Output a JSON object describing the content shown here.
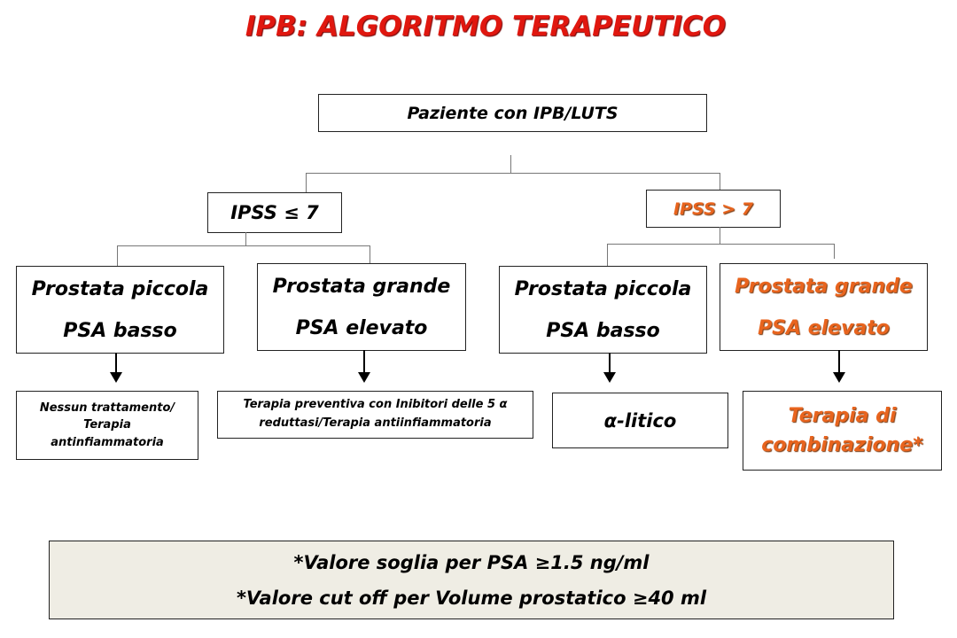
{
  "title": "IPB: ALGORITMO TERAPEUTICO",
  "colors": {
    "title": "#e0170f",
    "highlight": "#e8641e"
  },
  "root": "Paziente con IPB/LUTS",
  "left": {
    "label": "IPSS ≤ 7",
    "branches": [
      {
        "line1": "Prostata piccola",
        "line2": "PSA basso",
        "outcome": "Nessun trattamento/ Terapia antinfiammatoria"
      },
      {
        "line1": "Prostata grande",
        "line2": "PSA elevato",
        "outcome": "Terapia preventiva con Inibitori delle 5 α reduttasi/Terapia antiinfiammatoria"
      }
    ]
  },
  "right": {
    "label": "IPSS > 7",
    "branches": [
      {
        "line1": "Prostata piccola",
        "line2": "PSA basso",
        "outcome": "α-litico"
      },
      {
        "line1": "Prostata grande",
        "line2": "PSA elevato",
        "outcome": "Terapia di combinazione*"
      }
    ]
  },
  "footnotes": [
    "*Valore soglia per PSA ≥1.5 ng/ml",
    "*Valore cut off per Volume prostatico ≥40 ml"
  ]
}
